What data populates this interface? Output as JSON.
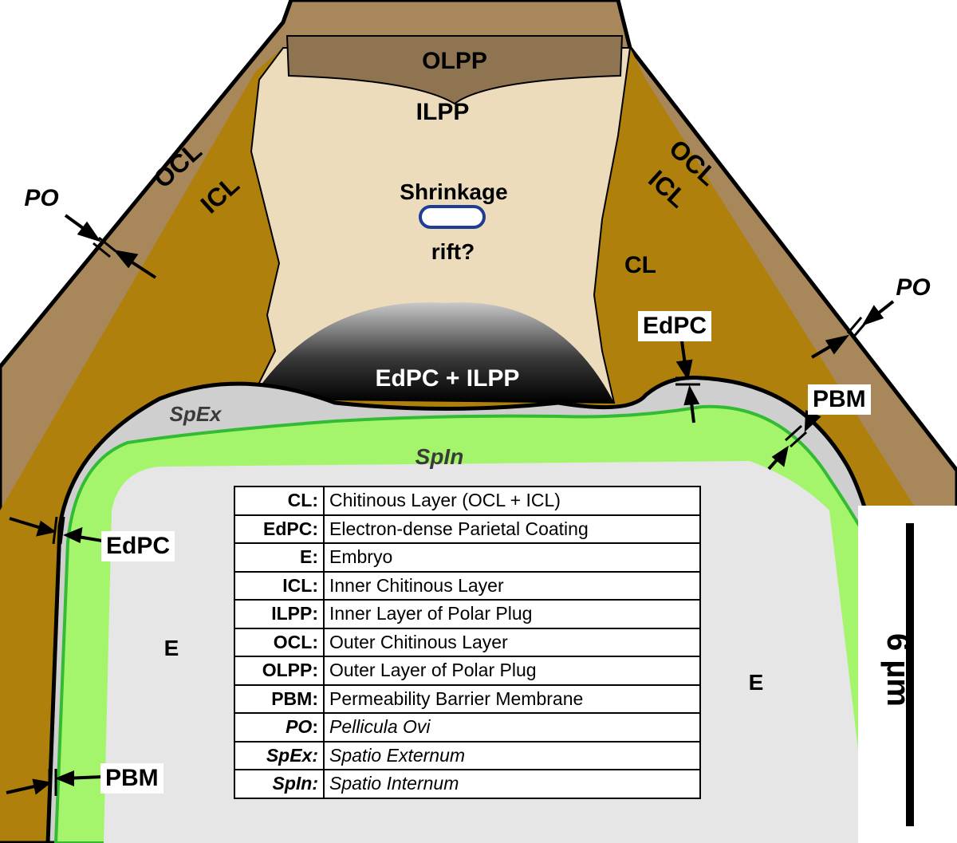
{
  "regions": {
    "olpp": "OLPP",
    "ilpp": "ILPP",
    "shrinkage_line1": "Shrinkage",
    "shrinkage_line2": "rift?",
    "ocl_left": "OCL",
    "icl_left": "ICL",
    "ocl_right": "OCL",
    "icl_right": "ICL",
    "cl": "CL",
    "edpc_ilpp": "EdPC + ILPP",
    "spex": "SpEx",
    "spin": "SpIn",
    "e_left": "E",
    "e_right": "E"
  },
  "callouts": {
    "po_left": "PO",
    "po_right": "PO",
    "edpc_top": "EdPC",
    "pbm_right": "PBM",
    "edpc_left": "EdPC",
    "pbm_left": "PBM"
  },
  "legend": [
    {
      "abbr": "CL:",
      "desc": "Chitinous Layer (OCL + ICL)",
      "italic": false
    },
    {
      "abbr": "EdPC:",
      "desc": "Electron-dense Parietal Coating",
      "italic": false
    },
    {
      "abbr": "E:",
      "desc": "Embryo",
      "italic": false
    },
    {
      "abbr": "ICL:",
      "desc": "Inner Chitinous Layer",
      "italic": false
    },
    {
      "abbr": "ILPP:",
      "desc": "Inner Layer of Polar Plug",
      "italic": false
    },
    {
      "abbr": "OCL:",
      "desc": "Outer Chitinous Layer",
      "italic": false
    },
    {
      "abbr": "OLPP:",
      "desc": "Outer Layer of Polar Plug",
      "italic": false
    },
    {
      "abbr": "PBM:",
      "desc": "Permeability Barrier Membrane",
      "italic": false
    },
    {
      "abbr": "PO",
      "desc": "Pellicula Ovi",
      "italic": true
    },
    {
      "abbr": "SpEx:",
      "desc": "Spatio Externum",
      "italic": true
    },
    {
      "abbr": "SpIn:",
      "desc": "Spatio Internum",
      "italic": true
    }
  ],
  "scale_bar": {
    "label": "6 µm"
  },
  "colors": {
    "outer_shell": "#a8875a",
    "chitinous_layer": "#b0800c",
    "polar_plug": "#ecdcbc",
    "olpp": "#8f7451",
    "spatio_externum": "#cfcfcf",
    "spatio_internum": "#a4f56c",
    "embryo": "#e6e6e6"
  }
}
